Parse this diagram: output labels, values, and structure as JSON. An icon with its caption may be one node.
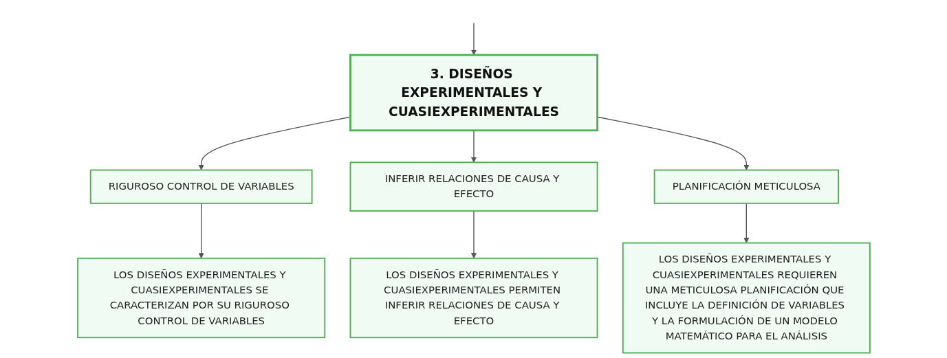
{
  "diagram": {
    "nodes": [
      {
        "text": [
          "3. DISEÑOS EXPERIMENTALES Y CUASIEXPERIMENTALES"
        ]
      },
      {
        "text": [
          "RIGUROSO CONTROL DE VARIABLES"
        ]
      },
      {
        "text": [
          "INFERIR RELACIONES DE CAUSA Y EFECTO"
        ]
      },
      {
        "text": [
          "PLANIFICACIÓN METICULOSA"
        ]
      },
      {
        "text": [
          "LOS DISEÑOS EXPERIMENTALES Y CUASIEXPERIMENTALES SE CARACTERIZAN POR SU RIGUROSO CONTROL DE VARIABLES"
        ]
      },
      {
        "text": [
          "LOS DISEÑOS EXPERIMENTALES Y CUASIEXPERIMENTALES PERMITEN INFERIR RELACIONES DE CAUSA Y EFECTO"
        ]
      },
      {
        "text": [
          "LOS DISEÑOS EXPERIMENTALES Y CUASIEXPERIMENTALES REQUIEREN UNA METICULOSA PLANIFICACIÓN QUE INCLUYE LA DEFINICIÓN DE VARIABLES Y LA FORMULACIÓN DE UN MODELO MATEMÁTICO PARA EL ANÁLISIS"
        ]
      }
    ],
    "edges": [
      {
        "from": null,
        "to": 0,
        "arrow": "to"
      },
      {
        "from": 0,
        "to": 1,
        "arrow": "to"
      },
      {
        "from": 0,
        "to": 2,
        "arrow": "to"
      },
      {
        "from": 0,
        "to": 3,
        "arrow": "to"
      },
      {
        "from": 1,
        "to": 4,
        "arrow": "to"
      },
      {
        "from": 2,
        "to": 5,
        "arrow": "to"
      },
      {
        "from": 3,
        "to": 6,
        "arrow": "to"
      }
    ]
  }
}
